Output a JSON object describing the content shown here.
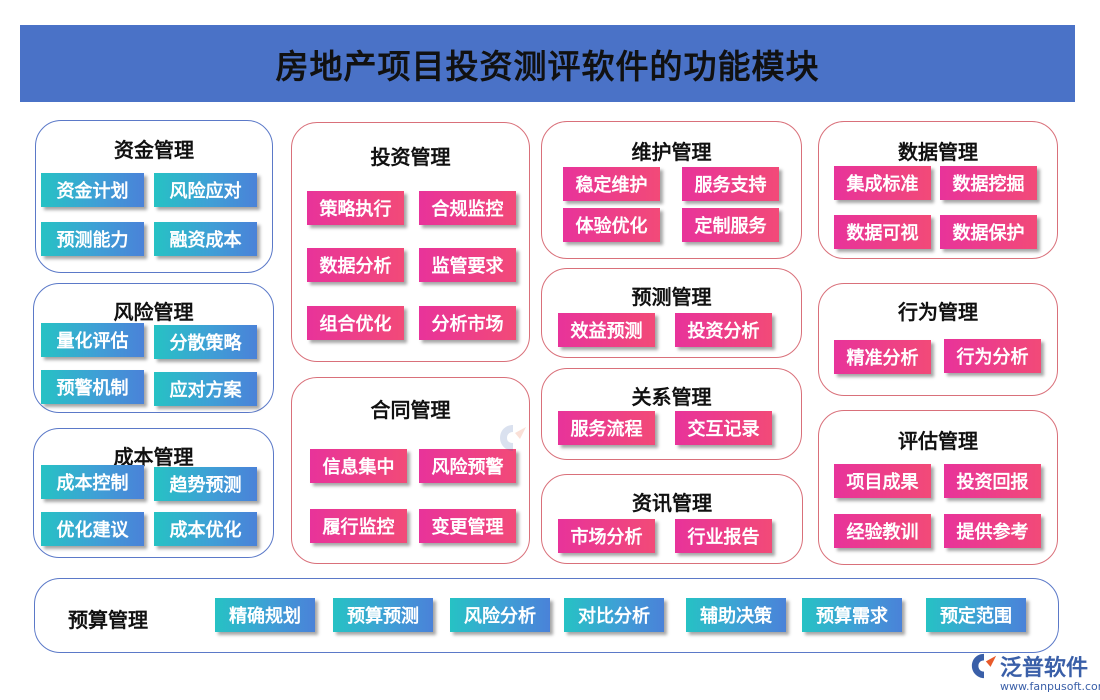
{
  "title": "房地产项目投资测评软件的功能模块",
  "modules": [
    {
      "title": "资金管理",
      "items": [
        "资金计划",
        "风险应对",
        "预测能力",
        "融资成本"
      ]
    },
    {
      "title": "风险管理",
      "items": [
        "量化评估",
        "分散策略",
        "预警机制",
        "应对方案"
      ]
    },
    {
      "title": "成本管理",
      "items": [
        "成本控制",
        "趋势预测",
        "优化建议",
        "成本优化"
      ]
    },
    {
      "title": "投资管理",
      "items": [
        "策略执行",
        "合规监控",
        "数据分析",
        "监管要求",
        "组合优化",
        "分析市场"
      ]
    },
    {
      "title": "合同管理",
      "items": [
        "信息集中",
        "风险预警",
        "履行监控",
        "变更管理"
      ]
    },
    {
      "title": "维护管理",
      "items": [
        "稳定维护",
        "服务支持",
        "体验优化",
        "定制服务"
      ]
    },
    {
      "title": "预测管理",
      "items": [
        "效益预测",
        "投资分析"
      ]
    },
    {
      "title": "关系管理",
      "items": [
        "服务流程",
        "交互记录"
      ]
    },
    {
      "title": "资讯管理",
      "items": [
        "市场分析",
        "行业报告"
      ]
    },
    {
      "title": "数据管理",
      "items": [
        "集成标准",
        "数据挖掘",
        "数据可视",
        "数据保护"
      ]
    },
    {
      "title": "行为管理",
      "items": [
        "精准分析",
        "行为分析"
      ]
    },
    {
      "title": "评估管理",
      "items": [
        "项目成果",
        "投资回报",
        "经验教训",
        "提供参考"
      ]
    },
    {
      "title": "预算管理",
      "items": [
        "精确规划",
        "预算预测",
        "风险分析",
        "对比分析",
        "辅助决策",
        "预算需求",
        "预定范围"
      ]
    }
  ],
  "logo": {
    "brand": "泛普软件",
    "url": "www.fanpusoft.com"
  },
  "colors": {
    "title_bg": "#4a72c7",
    "blue_border": "#5b79c8",
    "red_border": "#d9707a",
    "teal_button": "#3f9fd6",
    "pink_button": "#ee3f87"
  }
}
